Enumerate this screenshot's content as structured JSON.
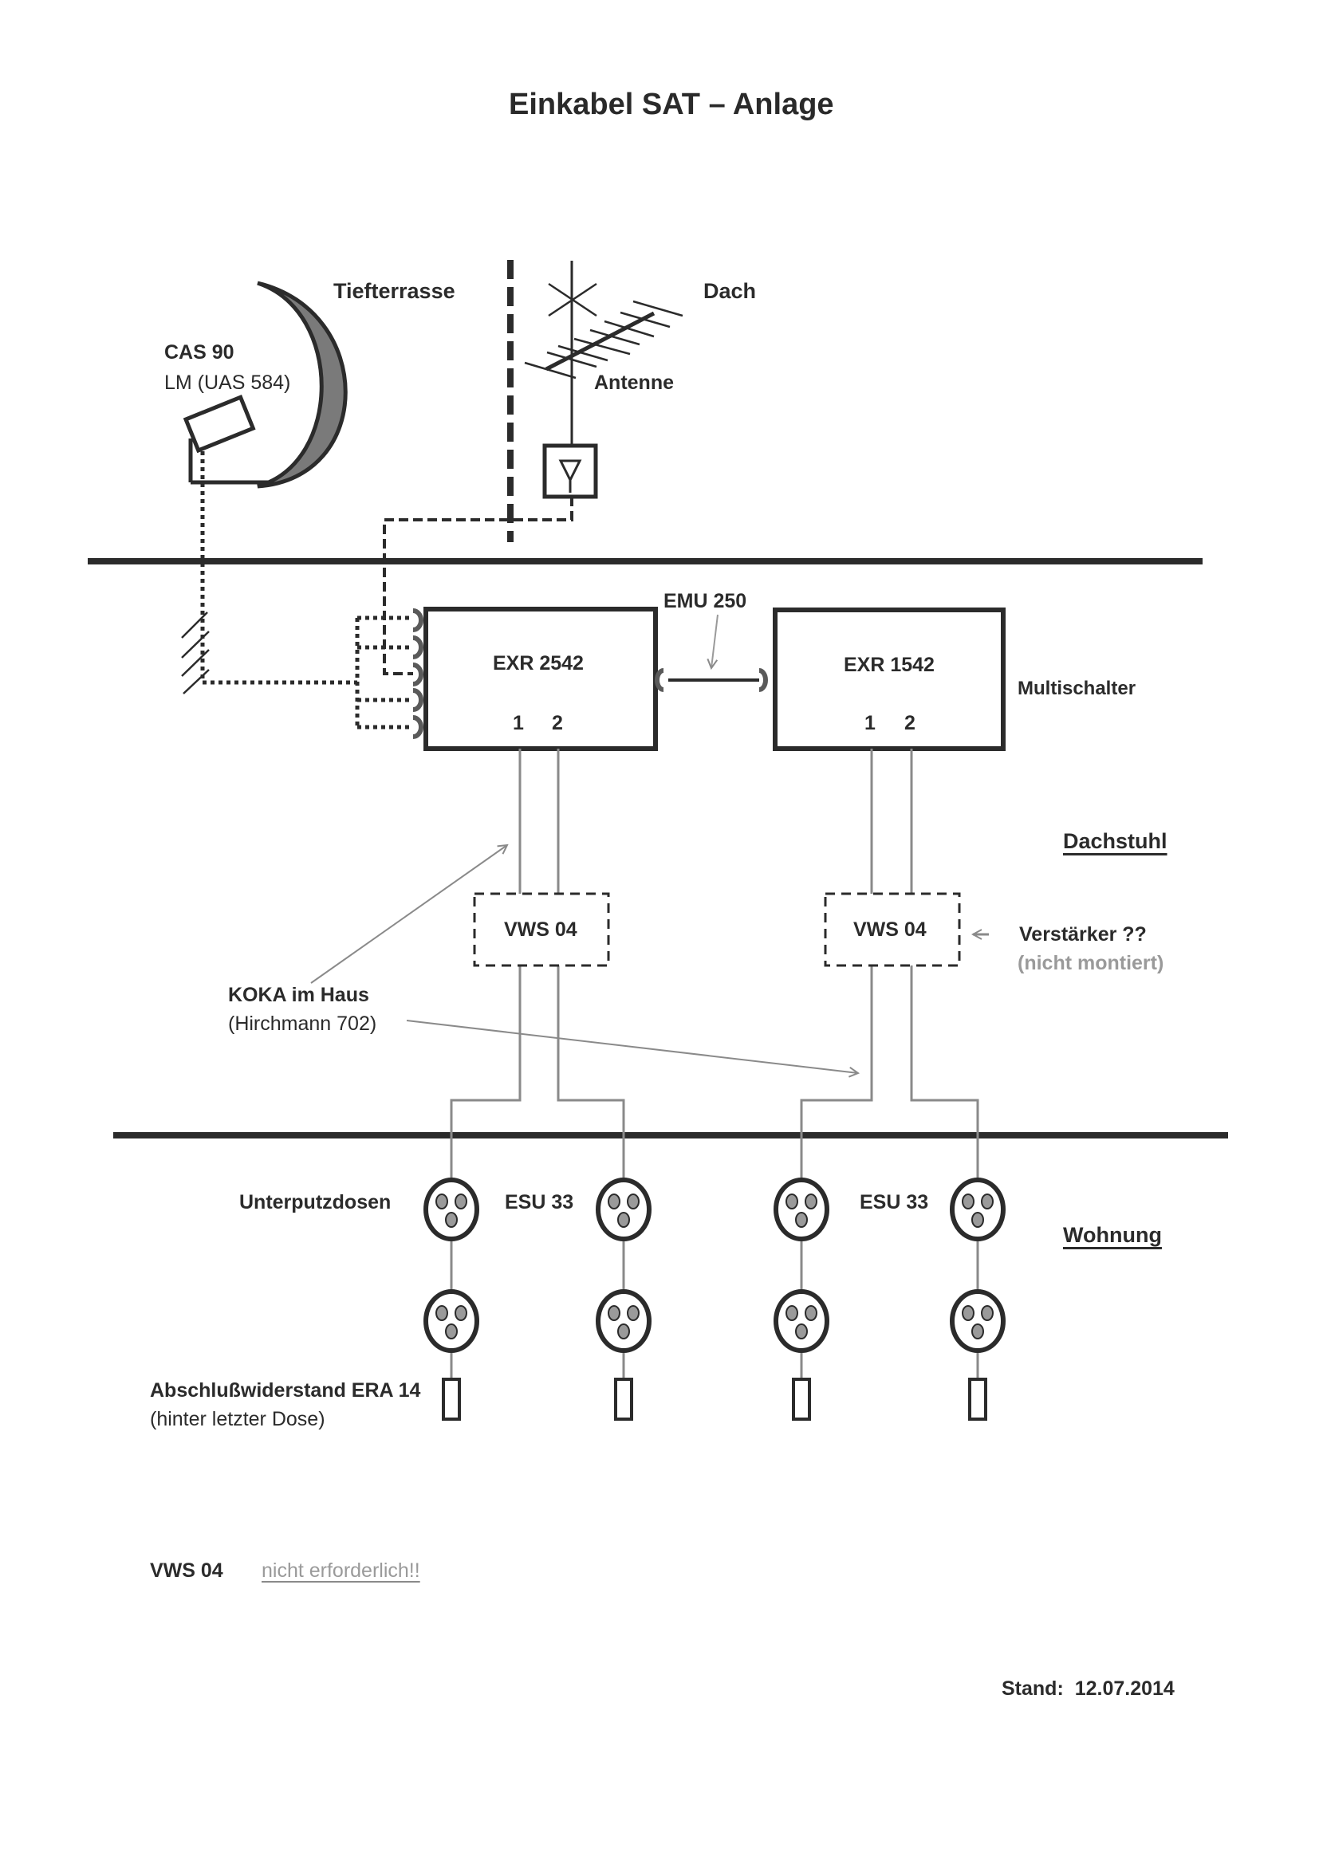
{
  "title": "Einkabel SAT – Anlage",
  "labels": {
    "tiefterrasse": "Tiefterrasse",
    "dach": "Dach",
    "dish_model": "CAS 90",
    "lnb_model": "LM (UAS 584)",
    "antenne": "Antenne",
    "emu": "EMU 250",
    "multischalter": "Multischalter",
    "dachstuhl": "Dachstuhl",
    "koka": "KOKA im Haus",
    "koka_sub": "(Hirchmann 702)",
    "verstaerker": "Verstärker ??",
    "verstaerker_note": "(nicht montiert)",
    "unterputzdosen": "Unterputzdosen",
    "wohnung": "Wohnung",
    "abschluss": "Abschlußwiderstand ERA 14",
    "abschluss_sub": "(hinter letzter Dose)",
    "footnote_item": "VWS 04",
    "footnote_text": "nicht  erforderlich!!",
    "stand_label": "Stand:",
    "stand_date": "12.07.2014"
  },
  "switches": [
    {
      "name": "EXR 2542",
      "outputs": [
        "1",
        "2"
      ]
    },
    {
      "name": "EXR 1542",
      "outputs": [
        "1",
        "2"
      ]
    }
  ],
  "amplifiers": [
    {
      "name": "VWS 04"
    },
    {
      "name": "VWS 04"
    }
  ],
  "outlet_groups": [
    {
      "label": "ESU 33"
    },
    {
      "label": "ESU 33"
    }
  ],
  "icons": {
    "dish": "satellite-dish-icon",
    "lnb": "lnb-icon",
    "antenna": "yagi-antenna-icon",
    "amplifier": "amplifier-triangle-icon",
    "outlet": "socket-outlet-icon",
    "terminator": "terminator-resistor-icon",
    "connector": "f-connector-icon"
  },
  "colors": {
    "ink": "#2b2b2b",
    "cable_grey": "#8a8a8a",
    "dish_fill": "#7a7a7a",
    "socket_pin": "#9a9a9a",
    "note_grey": "#9a9a9a"
  }
}
